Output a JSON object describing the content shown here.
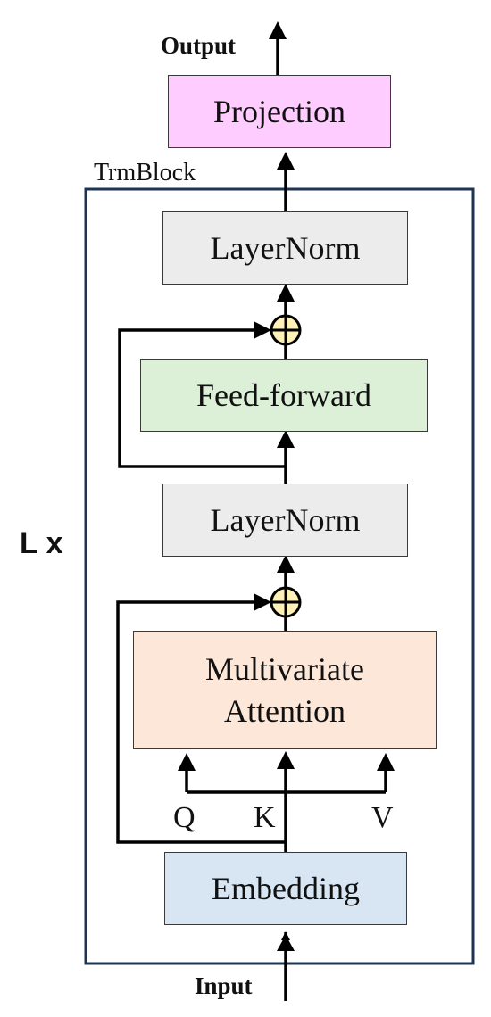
{
  "labels": {
    "output": "Output",
    "input": "Input",
    "trmblock": "TrmBlock",
    "repeat": "L x",
    "q": "Q",
    "k": "K",
    "v": "V"
  },
  "blocks": {
    "projection": "Projection",
    "layernorm_top": "LayerNorm",
    "feed_forward": "Feed-forward",
    "layernorm_mid": "LayerNorm",
    "attention_line1": "Multivariate",
    "attention_line2": "Attention",
    "embedding": "Embedding"
  },
  "colors": {
    "projection": "#ffccff",
    "layernorm": "#ececec",
    "feed_forward": "#dcf0d8",
    "attention": "#fde7d8",
    "embedding": "#d8e5f3",
    "add_node": "#fff0b8",
    "frame": "#1e3450",
    "line": "#000000"
  }
}
